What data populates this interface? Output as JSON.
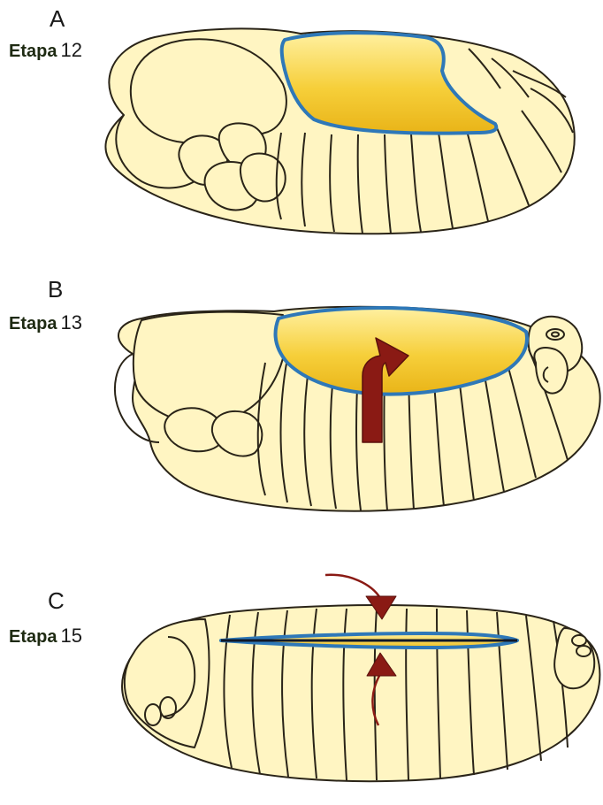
{
  "panels": [
    {
      "letter": "A",
      "stage_word": "Etapa",
      "stage_number": "12"
    },
    {
      "letter": "B",
      "stage_word": "Etapa",
      "stage_number": "13"
    },
    {
      "letter": "C",
      "stage_word": "Etapa",
      "stage_number": "15"
    }
  ],
  "colors": {
    "embryo_fill": "#fff5c2",
    "outline": "#2a2418",
    "amnioserosa_gold": "#f0c020",
    "epidermis_edge_blue": "#2e78b8",
    "arrow_red": "#8a1a14"
  }
}
